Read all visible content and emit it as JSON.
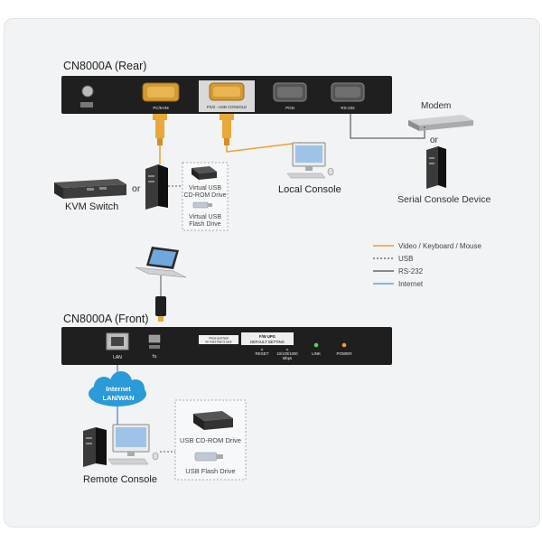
{
  "title_rear": "CN8000A (Rear)",
  "title_front": "CN8000A (Front)",
  "rear_ports": {
    "pc_kvm": "PC/KVM",
    "ps2_usb_console": "PS/2 - USB CONSOLE",
    "pon": "PON",
    "rs232": "RS-232"
  },
  "front_labels": {
    "lan": "LAN",
    "note_line1": "Press and hold",
    "note_line2": "for more than 5 secs",
    "fw_ups": "F/W UPG",
    "default_setting": "DEFAULT SETTING",
    "reset": "RESET",
    "speed_line1": "10/100/1000",
    "speed_line2": "Mbps",
    "link": "LINK",
    "power": "POWER"
  },
  "devices": {
    "modem": "Modem",
    "or_right": "or",
    "serial_console": "Serial Console Device",
    "local_console": "Local Console",
    "kvm_switch": "KVM Switch",
    "or_left": "or",
    "virtual_cdrom_line1": "Virtual USB",
    "virtual_cdrom_line2": "CD-ROM Drive",
    "virtual_flash_line1": "Virtual USB",
    "virtual_flash_line2": "Flash Drive",
    "cloud_line1": "Internet",
    "cloud_line2": "LAN/WAN",
    "remote_console": "Remote Console",
    "usb_cdrom": "USB CD-ROM Drive",
    "usb_flash": "USB Flash Drive"
  },
  "legend": [
    {
      "label": "Video / Keyboard / Mouse",
      "color": "#f0a030",
      "style": "solid"
    },
    {
      "label": "USB",
      "color": "#555555",
      "style": "dashed"
    },
    {
      "label": "RS-232",
      "color": "#666666",
      "style": "solid"
    },
    {
      "label": "Internet",
      "color": "#6aa0d8",
      "style": "solid"
    }
  ],
  "colors": {
    "device_body": "#1f1f1f",
    "vga_port": "#e8a83a",
    "cloud": "#2a9ad8",
    "rs232_line": "#666666",
    "internet_line": "#6aa0d8"
  }
}
